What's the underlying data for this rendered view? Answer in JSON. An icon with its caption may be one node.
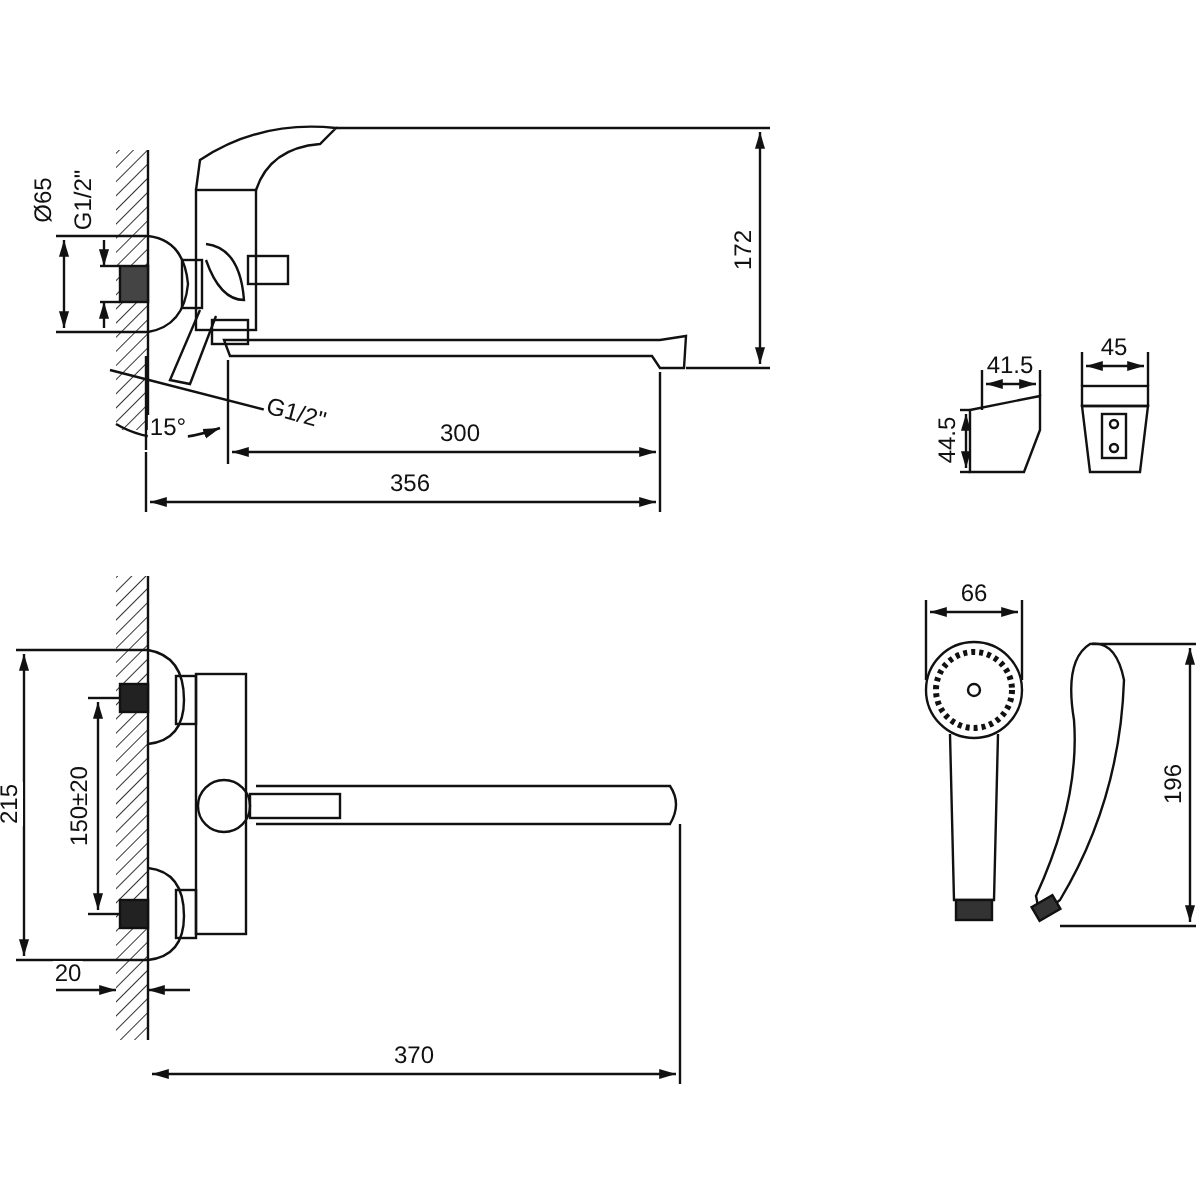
{
  "diagram": {
    "labels": [
      "Ø65",
      "G1/2\"",
      "172",
      "G1/2\"",
      "15°",
      "300",
      "356",
      "41.5",
      "45",
      "44.5",
      "66",
      "196",
      "215",
      "150±20",
      "20",
      "370"
    ]
  }
}
